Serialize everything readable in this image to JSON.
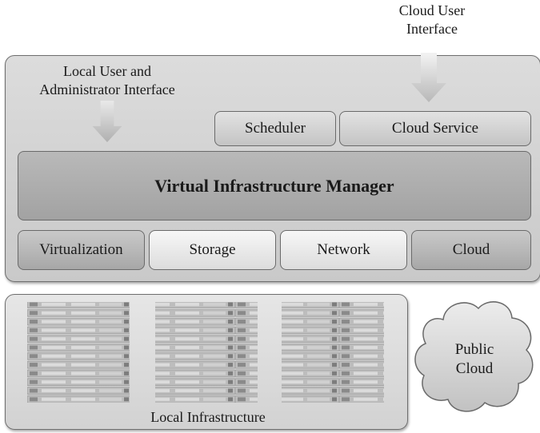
{
  "cloud_user_interface": "Cloud User\nInterface",
  "local_interface": "Local User and\nAdministrator Interface",
  "scheduler": "Scheduler",
  "cloud_service": "Cloud Service",
  "vim": "Virtual Infrastructure Manager",
  "drivers": [
    "Virtualization",
    "Storage",
    "Network",
    "Cloud"
  ],
  "local_infrastructure": "Local Infrastructure",
  "public_cloud": "Public\nCloud"
}
